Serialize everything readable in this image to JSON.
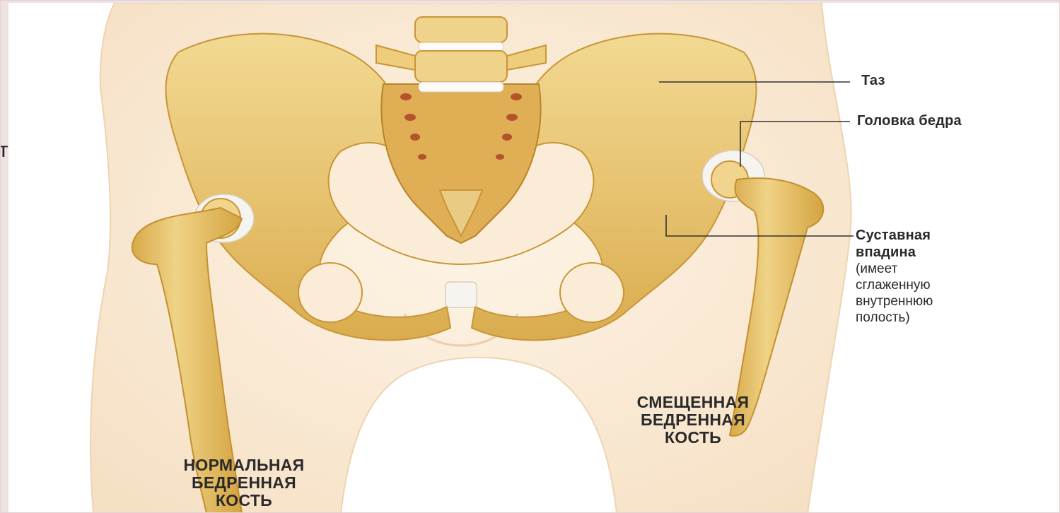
{
  "labels": {
    "pelvis": "Таз",
    "femoral_head": "Головка бедра",
    "acetabulum_title_1": "Суставная",
    "acetabulum_title_2": "впадина",
    "acetabulum_note_1": "(имеет",
    "acetabulum_note_2": "сглаженную",
    "acetabulum_note_3": "внутреннюю",
    "acetabulum_note_4": "полость)"
  },
  "captions": {
    "normal": [
      "НОРМАЛЬНАЯ",
      "БЕДРЕННАЯ",
      "КОСТЬ"
    ],
    "displaced": [
      "СМЕЩЕННАЯ",
      "БЕДРЕННАЯ",
      "КОСТЬ"
    ]
  },
  "edge_fragment": "т",
  "colors": {
    "background": "#efe2e3",
    "skin": "#fbecd8",
    "bone": "#e6c272",
    "bone_dark": "#c8962e",
    "cartilage": "#f6f4f0"
  }
}
